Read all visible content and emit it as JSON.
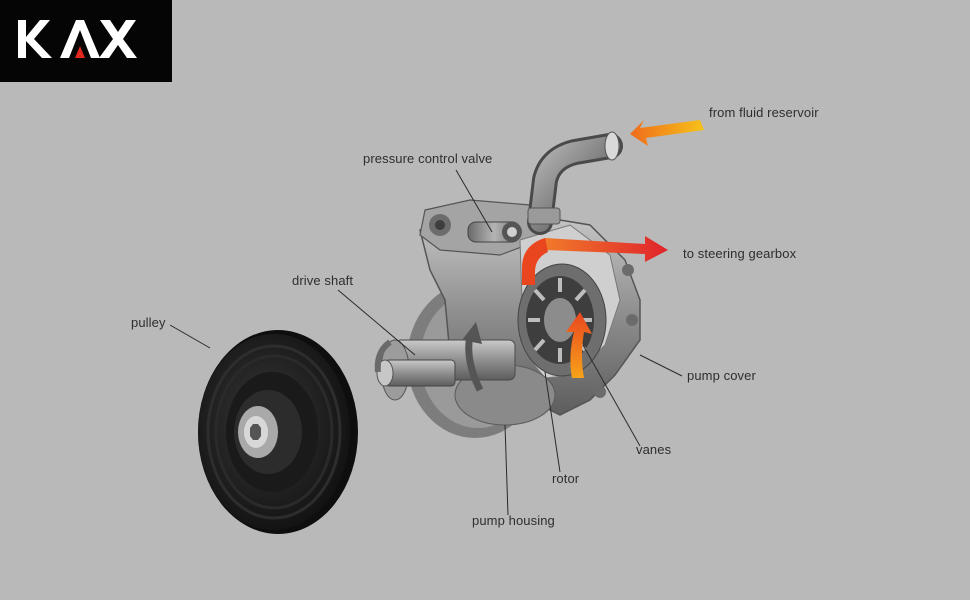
{
  "logo": {
    "text": "KAX",
    "accent_color": "#e1261c"
  },
  "labels": {
    "from_fluid_reservoir": "from fluid reservoir",
    "pressure_control_valve": "pressure control valve",
    "to_steering_gearbox": "to steering gearbox",
    "drive_shaft": "drive shaft",
    "pulley": "pulley",
    "pump_cover": "pump cover",
    "vanes": "vanes",
    "rotor": "rotor",
    "pump_housing": "pump housing"
  },
  "colors": {
    "background": "#b9b9b9",
    "flow_orange": "#f08a1c",
    "flow_red": "#e8342a",
    "metal": "#8d8d8d",
    "pulley_black": "#1c1c1c"
  }
}
